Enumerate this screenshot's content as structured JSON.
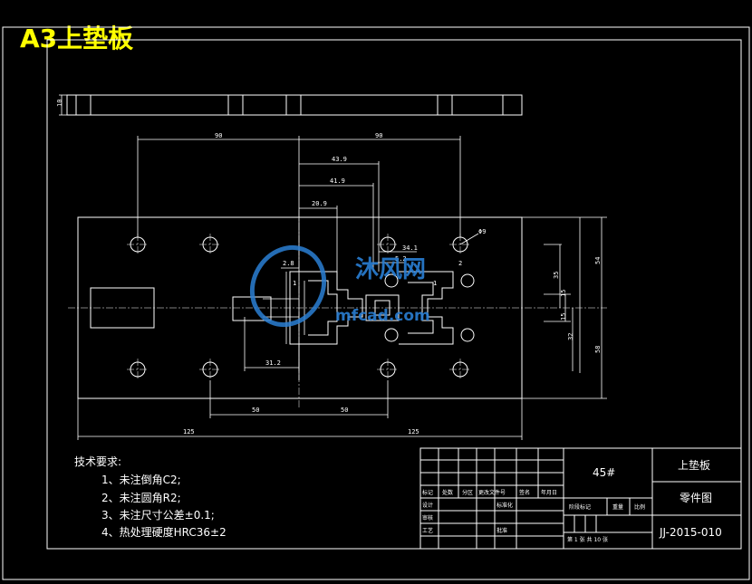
{
  "sheet": {
    "title": "A3上垫板"
  },
  "dimensions": {
    "thickness": "10",
    "half_top_left": "90",
    "half_top_right": "90",
    "d439": "43.9",
    "d419": "41.9",
    "d209": "20.9",
    "d341": "34.1",
    "d52": "5.2",
    "d28": "2.8",
    "d1a": "1",
    "d1b": "1",
    "d2": "2",
    "d312": "31.2",
    "bottom_50_left": "50",
    "bottom_50_right": "50",
    "total_125_left": "125",
    "total_125_right": "125",
    "hole_dia": "Φ9",
    "r_54": "54",
    "r_58": "58",
    "r_35": "35",
    "r_15a": "15",
    "r_15b": "15",
    "r_32": "32"
  },
  "notes": {
    "heading": "技术要求:",
    "items": [
      "1、未注倒角C2;",
      "2、未注圆角R2;",
      "3、未注尺寸公差±0.1;",
      "4、热处理硬度HRC36±2"
    ]
  },
  "title_block": {
    "material": "45#",
    "part_name": "上垫板",
    "doc_type": "零件图",
    "drawing_no": "JJ-2015-010",
    "sheet_info": "第 1 张    共 10 张",
    "labels": {
      "mark": "标记",
      "count": "处数",
      "zone": "分区",
      "change_doc": "更改文件号",
      "sign": "签名",
      "date": "年月日",
      "design": "设计",
      "std": "标准化",
      "check": "审核",
      "process": "工艺",
      "approve": "批准",
      "stage": "阶段标记",
      "weight": "重量",
      "scale": "比例"
    }
  },
  "watermark": {
    "text1": "沐风网",
    "text2": "mfcad.com"
  },
  "colors": {
    "background": "#000000",
    "lines": "#ffffff",
    "title": "#ffff00",
    "watermark": "#2a7fd4"
  }
}
